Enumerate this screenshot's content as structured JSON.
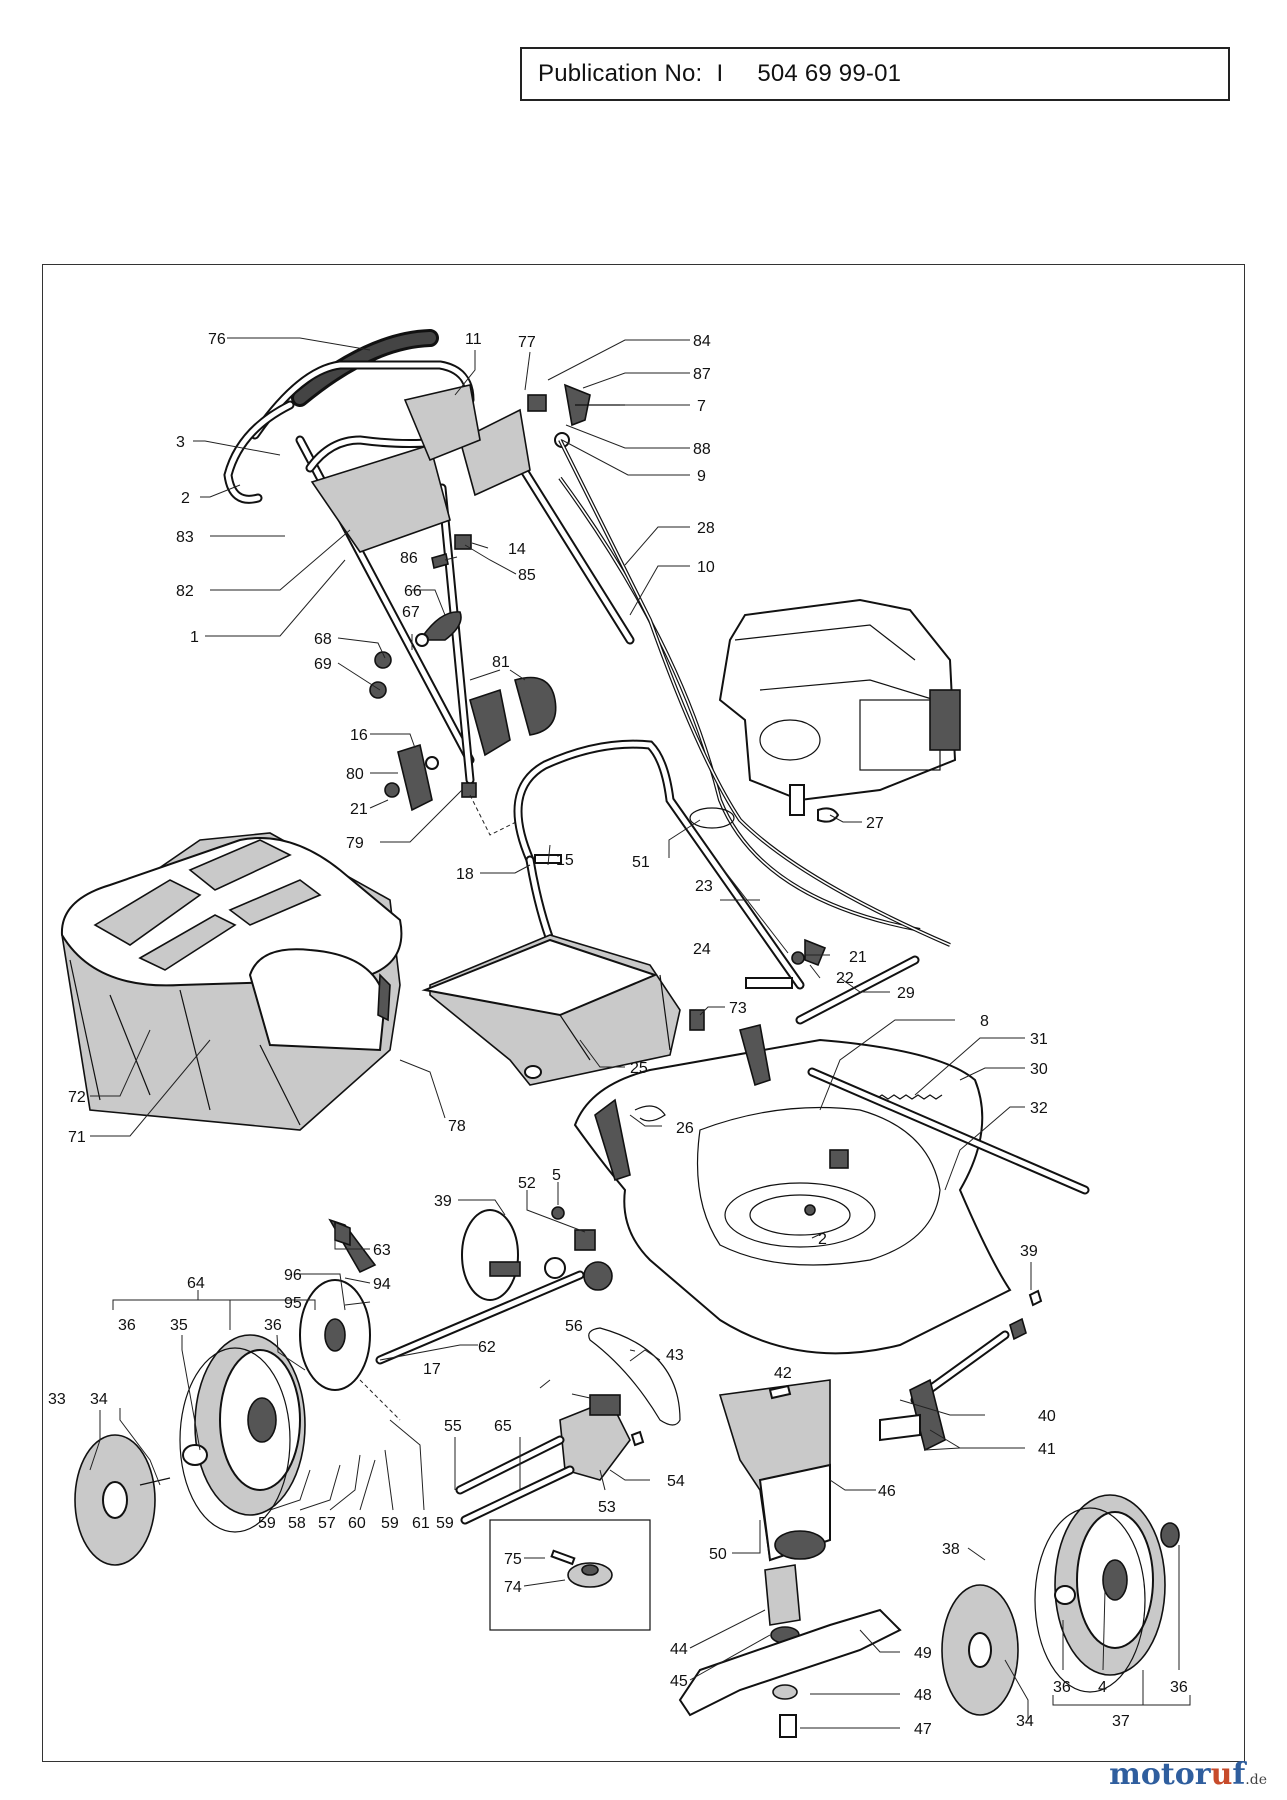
{
  "publication": {
    "label": "Publication No:",
    "separator": "I",
    "number": "504 69 99-01"
  },
  "watermark": {
    "brand_main": "motor",
    "brand_accent": "u",
    "brand_end": "f",
    "tld": ".de",
    "colors": {
      "main": "#2f5e9e",
      "accent": "#c74b2b"
    }
  },
  "diagram": {
    "parts": [
      {
        "id": "p76",
        "text": "76"
      },
      {
        "id": "p11",
        "text": "11"
      },
      {
        "id": "p77",
        "text": "77"
      },
      {
        "id": "p84",
        "text": "84"
      },
      {
        "id": "p87",
        "text": "87"
      },
      {
        "id": "p7",
        "text": "7"
      },
      {
        "id": "p88",
        "text": "88"
      },
      {
        "id": "p9",
        "text": "9"
      },
      {
        "id": "p3",
        "text": "3"
      },
      {
        "id": "p2a",
        "text": "2"
      },
      {
        "id": "p83",
        "text": "83"
      },
      {
        "id": "p28",
        "text": "28"
      },
      {
        "id": "p14",
        "text": "14"
      },
      {
        "id": "p86",
        "text": "86"
      },
      {
        "id": "p85",
        "text": "85"
      },
      {
        "id": "p10",
        "text": "10"
      },
      {
        "id": "p82",
        "text": "82"
      },
      {
        "id": "p66",
        "text": "66"
      },
      {
        "id": "p1",
        "text": "1"
      },
      {
        "id": "p67",
        "text": "67"
      },
      {
        "id": "p68",
        "text": "68"
      },
      {
        "id": "p69",
        "text": "69"
      },
      {
        "id": "p81",
        "text": "81"
      },
      {
        "id": "p16",
        "text": "16"
      },
      {
        "id": "p80",
        "text": "80"
      },
      {
        "id": "p21a",
        "text": "21"
      },
      {
        "id": "p79",
        "text": "79"
      },
      {
        "id": "p15",
        "text": "15"
      },
      {
        "id": "p27",
        "text": "27"
      },
      {
        "id": "p51",
        "text": "51"
      },
      {
        "id": "p18",
        "text": "18"
      },
      {
        "id": "p23",
        "text": "23"
      },
      {
        "id": "p24",
        "text": "24"
      },
      {
        "id": "p21b",
        "text": "21"
      },
      {
        "id": "p22",
        "text": "22"
      },
      {
        "id": "p29",
        "text": "29"
      },
      {
        "id": "p73",
        "text": "73"
      },
      {
        "id": "p8",
        "text": "8"
      },
      {
        "id": "p31",
        "text": "31"
      },
      {
        "id": "p30",
        "text": "30"
      },
      {
        "id": "p72",
        "text": "72"
      },
      {
        "id": "p25",
        "text": "25"
      },
      {
        "id": "p71",
        "text": "71"
      },
      {
        "id": "p78",
        "text": "78"
      },
      {
        "id": "p26",
        "text": "26"
      },
      {
        "id": "p32",
        "text": "32"
      },
      {
        "id": "p5",
        "text": "5"
      },
      {
        "id": "p52",
        "text": "52"
      },
      {
        "id": "p39a",
        "text": "39"
      },
      {
        "id": "p2b",
        "text": "2"
      },
      {
        "id": "p63",
        "text": "63"
      },
      {
        "id": "p39b",
        "text": "39"
      },
      {
        "id": "p64",
        "text": "64"
      },
      {
        "id": "p96",
        "text": "96"
      },
      {
        "id": "p94",
        "text": "94"
      },
      {
        "id": "p95",
        "text": "95"
      },
      {
        "id": "p36a",
        "text": "36"
      },
      {
        "id": "p35",
        "text": "35"
      },
      {
        "id": "p36b",
        "text": "36"
      },
      {
        "id": "p62",
        "text": "62"
      },
      {
        "id": "p56",
        "text": "56"
      },
      {
        "id": "p43",
        "text": "43"
      },
      {
        "id": "p17",
        "text": "17"
      },
      {
        "id": "p42",
        "text": "42"
      },
      {
        "id": "p40",
        "text": "40"
      },
      {
        "id": "p33",
        "text": "33"
      },
      {
        "id": "p34a",
        "text": "34"
      },
      {
        "id": "p55",
        "text": "55"
      },
      {
        "id": "p65",
        "text": "65"
      },
      {
        "id": "p41",
        "text": "41"
      },
      {
        "id": "p54",
        "text": "54"
      },
      {
        "id": "p46",
        "text": "46"
      },
      {
        "id": "p53",
        "text": "53"
      },
      {
        "id": "p59a",
        "text": "59"
      },
      {
        "id": "p58",
        "text": "58"
      },
      {
        "id": "p57",
        "text": "57"
      },
      {
        "id": "p60",
        "text": "60"
      },
      {
        "id": "p59b",
        "text": "59"
      },
      {
        "id": "p61",
        "text": "61"
      },
      {
        "id": "p59c",
        "text": "59"
      },
      {
        "id": "p75",
        "text": "75"
      },
      {
        "id": "p50",
        "text": "50"
      },
      {
        "id": "p38",
        "text": "38"
      },
      {
        "id": "p74",
        "text": "74"
      },
      {
        "id": "p44",
        "text": "44"
      },
      {
        "id": "p49",
        "text": "49"
      },
      {
        "id": "p45",
        "text": "45"
      },
      {
        "id": "p36c",
        "text": "36"
      },
      {
        "id": "p4",
        "text": "4"
      },
      {
        "id": "p36d",
        "text": "36"
      },
      {
        "id": "p48",
        "text": "48"
      },
      {
        "id": "p34b",
        "text": "34"
      },
      {
        "id": "p37",
        "text": "37"
      },
      {
        "id": "p47",
        "text": "47"
      }
    ]
  }
}
